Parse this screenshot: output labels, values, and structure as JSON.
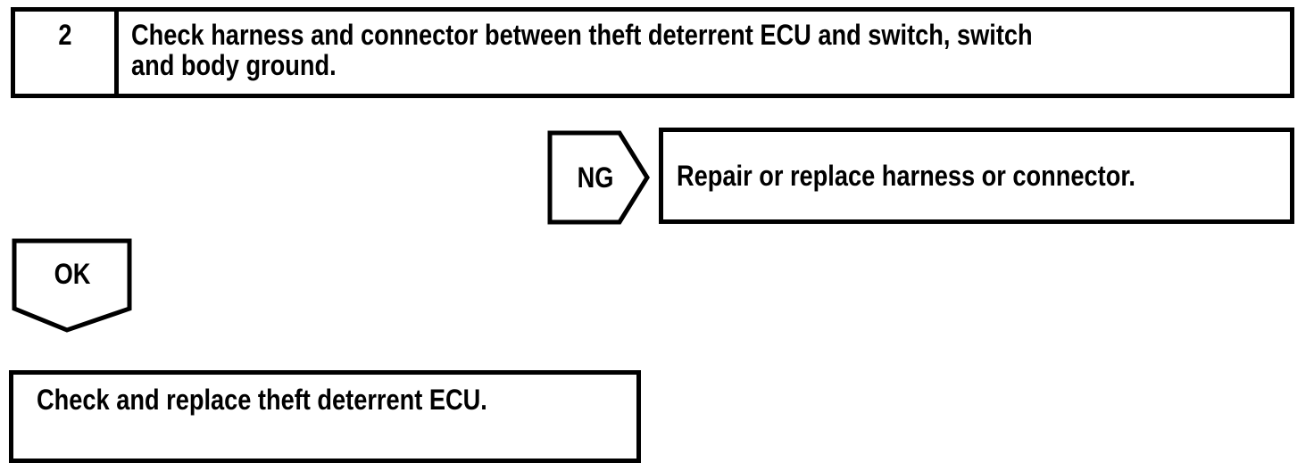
{
  "page": {
    "background": "#ffffff",
    "ink": "#000000"
  },
  "flowchart": {
    "step": {
      "number": "2",
      "instruction": "Check harness and connector between theft deterrent ECU and switch, switch and body ground."
    },
    "ng_branch": {
      "label": "NG",
      "action": "Repair or replace harness or connector."
    },
    "ok_branch": {
      "label": "OK",
      "action": "Check and replace theft deterrent ECU."
    }
  }
}
